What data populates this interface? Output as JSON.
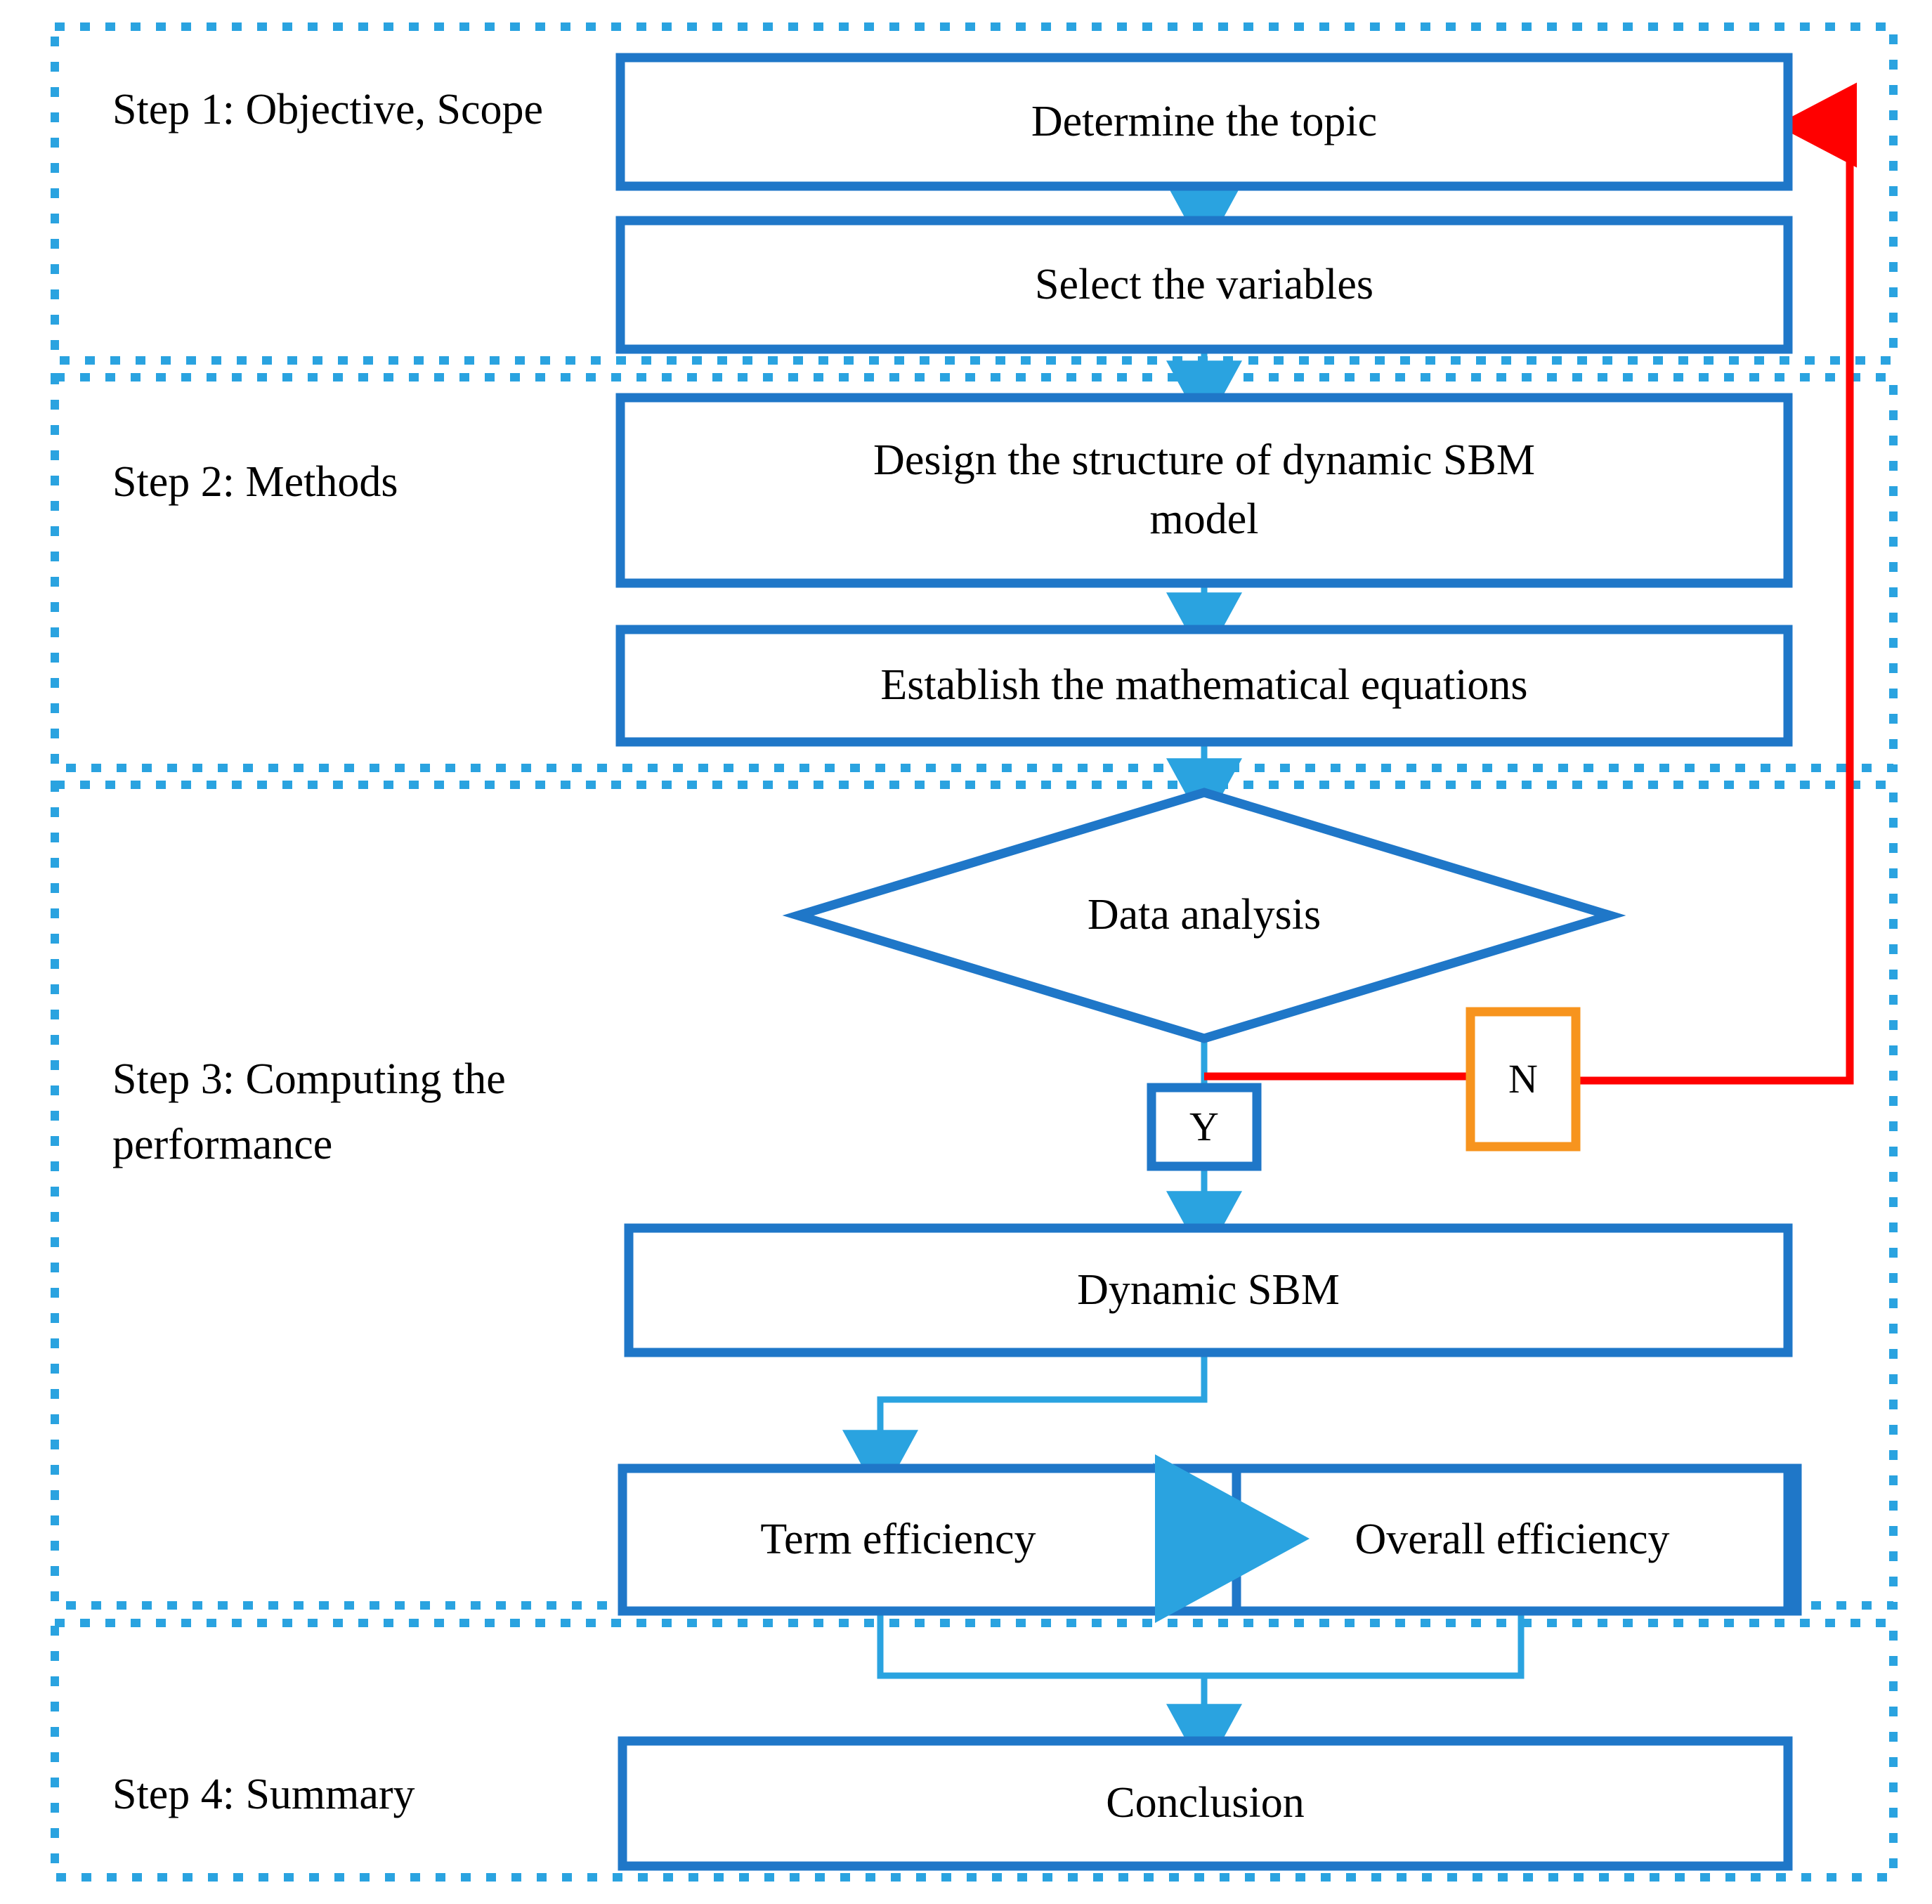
{
  "diagram": {
    "title": "Research framework flowchart",
    "colors": {
      "box_border": "#1F77C8",
      "section_border": "#2AA3E0",
      "connector": "#2AA3E0",
      "connector_dark": "#1F77C8",
      "loop_line": "#FF0000",
      "decision_no_border": "#F7941E",
      "decision_yes_border": "#1F77C8",
      "text": "#000000",
      "background": "#FFFFFF"
    },
    "sections": [
      {
        "id": "step1",
        "label": "Step 1: Objective,\nScope"
      },
      {
        "id": "step2",
        "label": "Step 2: Methods"
      },
      {
        "id": "step3",
        "label": "Step 3: Computing\nthe performance"
      },
      {
        "id": "step4",
        "label": "Step 4: Summary"
      }
    ],
    "nodes": [
      {
        "id": "determine-topic",
        "label": "Determine the topic",
        "shape": "rect"
      },
      {
        "id": "select-variables",
        "label": "Select the variables",
        "shape": "rect"
      },
      {
        "id": "design-structure",
        "label": "Design the structure of dynamic SBM\nmodel",
        "shape": "rect"
      },
      {
        "id": "establish-equations",
        "label": "Establish the mathematical equations",
        "shape": "rect"
      },
      {
        "id": "data-analysis",
        "label": "Data analysis",
        "shape": "diamond"
      },
      {
        "id": "decision-yes",
        "label": "Y",
        "shape": "rect-small"
      },
      {
        "id": "decision-no",
        "label": "N",
        "shape": "rect-small"
      },
      {
        "id": "dynamic-sbm",
        "label": "Dynamic SBM",
        "shape": "rect"
      },
      {
        "id": "term-efficiency",
        "label": "Term efficiency",
        "shape": "rect"
      },
      {
        "id": "overall-efficiency",
        "label": "Overall efficiency",
        "shape": "rect"
      },
      {
        "id": "conclusion",
        "label": "Conclusion",
        "shape": "rect"
      }
    ],
    "edges": [
      {
        "from": "determine-topic",
        "to": "select-variables",
        "style": "solid-blue-arrow"
      },
      {
        "from": "select-variables",
        "to": "design-structure",
        "style": "solid-blue-arrow"
      },
      {
        "from": "design-structure",
        "to": "establish-equations",
        "style": "solid-blue-arrow"
      },
      {
        "from": "establish-equations",
        "to": "data-analysis",
        "style": "solid-blue-arrow"
      },
      {
        "from": "data-analysis",
        "to": "decision-yes",
        "style": "solid-blue-line",
        "label": "Y"
      },
      {
        "from": "data-analysis",
        "to": "decision-no",
        "style": "solid-red-line",
        "label": "N"
      },
      {
        "from": "decision-no",
        "to": "determine-topic",
        "style": "solid-red-arrow-loop"
      },
      {
        "from": "decision-yes",
        "to": "dynamic-sbm",
        "style": "solid-blue-arrow"
      },
      {
        "from": "dynamic-sbm",
        "to": "term-efficiency",
        "style": "elbow-blue-arrow"
      },
      {
        "from": "term-efficiency",
        "to": "overall-efficiency",
        "style": "solid-blue-arrow"
      },
      {
        "from": "term-efficiency",
        "to": "conclusion",
        "style": "merge-blue-arrow"
      },
      {
        "from": "overall-efficiency",
        "to": "conclusion",
        "style": "merge-blue-arrow"
      }
    ]
  }
}
